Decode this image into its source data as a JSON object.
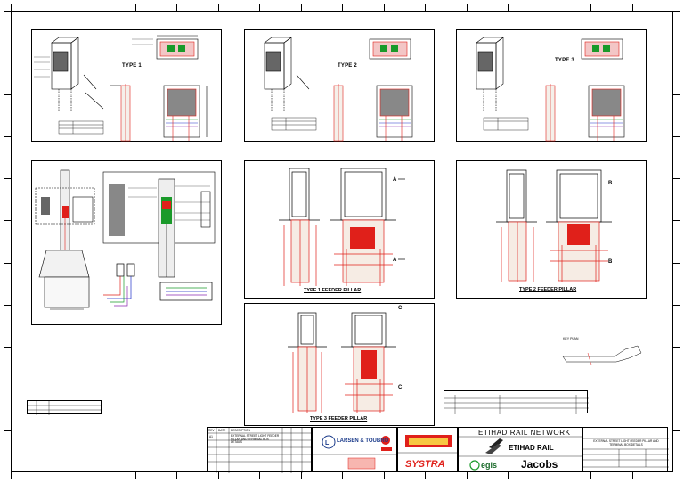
{
  "drawing": {
    "panels": {
      "type1_title": "TYPE 1",
      "type2_title": "TYPE 2",
      "type3_title": "TYPE 3",
      "feeder1_label": "TYPE 1 FEEDER PILLAR",
      "feeder2_label": "TYPE 2 FEEDER PILLAR",
      "feeder3_label": "TYPE 3 FEEDER PILLAR",
      "section_a": "A",
      "section_b": "B",
      "section_c": "C",
      "key_plan": "KEY PLAN"
    },
    "title_block": {
      "contractor_name": "LARSEN & TOUBRO",
      "project_name": "ETIHAD RAIL NETWORK",
      "client_name": "ETIHAD RAIL",
      "consultant_1": "SYSTRA",
      "consultant_2": "egis",
      "consultant_3": "Jacobs",
      "drawing_title": "EXTERNAL STREET LIGHT FEEDER PILLAR AND TERMINAL BOX DETAILS",
      "revision_description": "EXTERNAL STREET LIGHT FEEDER PILLAR AND TERMINAL BOX DETAILS",
      "rev_header": "REV",
      "date_header": "DATE",
      "description_header": "DESCRIPTION",
      "rev_number": "A1"
    },
    "colors": {
      "accent_red": "#e0201a",
      "line": "#000000",
      "wire_blue": "#2030c8",
      "wire_green": "#1a9a2a",
      "wire_purple": "#8a2ab0"
    }
  }
}
